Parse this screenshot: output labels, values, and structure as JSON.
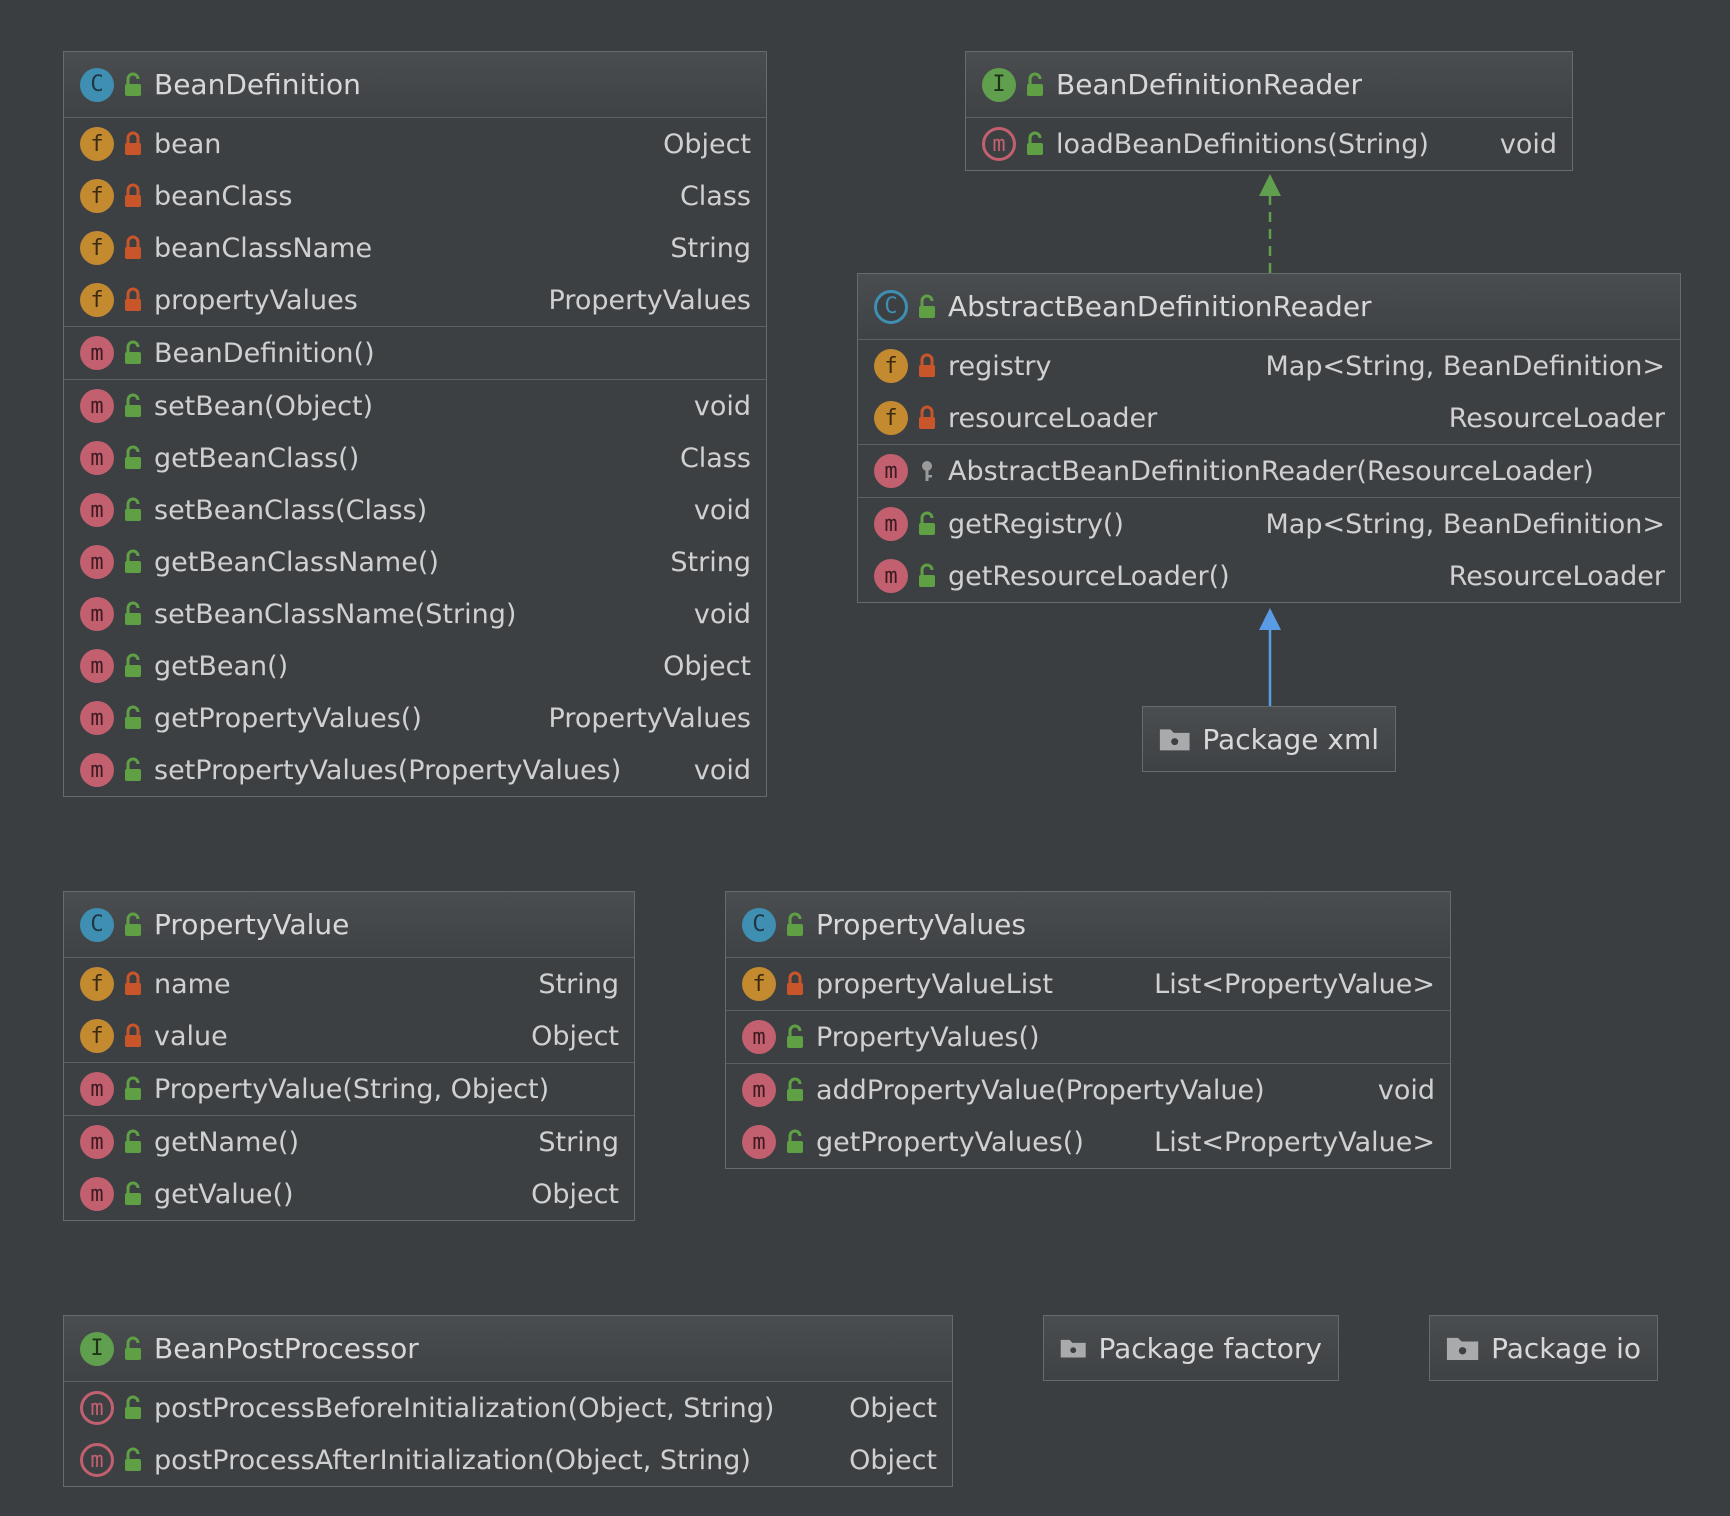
{
  "nodes": {
    "bean_definition": {
      "kind_letter": "C",
      "title": "BeanDefinition",
      "fields": [
        {
          "name": "bean",
          "type": "Object"
        },
        {
          "name": "beanClass",
          "type": "Class"
        },
        {
          "name": "beanClassName",
          "type": "String"
        },
        {
          "name": "propertyValues",
          "type": "PropertyValues"
        }
      ],
      "constructors": [
        {
          "name": "BeanDefinition()",
          "type": ""
        }
      ],
      "methods": [
        {
          "name": "setBean(Object)",
          "type": "void"
        },
        {
          "name": "getBeanClass()",
          "type": "Class"
        },
        {
          "name": "setBeanClass(Class)",
          "type": "void"
        },
        {
          "name": "getBeanClassName()",
          "type": "String"
        },
        {
          "name": "setBeanClassName(String)",
          "type": "void"
        },
        {
          "name": "getBean()",
          "type": "Object"
        },
        {
          "name": "getPropertyValues()",
          "type": "PropertyValues"
        },
        {
          "name": "setPropertyValues(PropertyValues)",
          "type": "void"
        }
      ]
    },
    "bean_definition_reader": {
      "kind_letter": "I",
      "title": "BeanDefinitionReader",
      "methods": [
        {
          "name": "loadBeanDefinitions(String)",
          "type": "void"
        }
      ]
    },
    "abstract_bean_definition_reader": {
      "kind_letter": "C",
      "title": "AbstractBeanDefinitionReader",
      "fields": [
        {
          "name": "registry",
          "type": "Map<String, BeanDefinition>"
        },
        {
          "name": "resourceLoader",
          "type": "ResourceLoader"
        }
      ],
      "constructors": [
        {
          "name": "AbstractBeanDefinitionReader(ResourceLoader)",
          "type": ""
        }
      ],
      "methods": [
        {
          "name": "getRegistry()",
          "type": "Map<String, BeanDefinition>"
        },
        {
          "name": "getResourceLoader()",
          "type": "ResourceLoader"
        }
      ]
    },
    "property_value": {
      "kind_letter": "C",
      "title": "PropertyValue",
      "fields": [
        {
          "name": "name",
          "type": "String"
        },
        {
          "name": "value",
          "type": "Object"
        }
      ],
      "constructors": [
        {
          "name": "PropertyValue(String, Object)",
          "type": ""
        }
      ],
      "methods": [
        {
          "name": "getName()",
          "type": "String"
        },
        {
          "name": "getValue()",
          "type": "Object"
        }
      ]
    },
    "property_values": {
      "kind_letter": "C",
      "title": "PropertyValues",
      "fields": [
        {
          "name": "propertyValueList",
          "type": "List<PropertyValue>"
        }
      ],
      "constructors": [
        {
          "name": "PropertyValues()",
          "type": ""
        }
      ],
      "methods": [
        {
          "name": "addPropertyValue(PropertyValue)",
          "type": "void"
        },
        {
          "name": "getPropertyValues()",
          "type": "List<PropertyValue>"
        }
      ]
    },
    "bean_post_processor": {
      "kind_letter": "I",
      "title": "BeanPostProcessor",
      "methods": [
        {
          "name": "postProcessBeforeInitialization(Object, String)",
          "type": "Object"
        },
        {
          "name": "postProcessAfterInitialization(Object, String)",
          "type": "Object"
        }
      ]
    }
  },
  "packages": {
    "xml": "Package xml",
    "factory": "Package factory",
    "io": "Package io"
  },
  "icons": {
    "field": "f",
    "method": "m"
  },
  "colors": {
    "background": "#3b3e41",
    "class_badge": "#3f8fb3",
    "interface_badge": "#5f9f4d",
    "field_badge": "#c48a30",
    "method_badge": "#c2606f",
    "public_lock": "#5fa044",
    "private_lock": "#c9562a",
    "implements_arrow": "#5f9f4d",
    "extends_arrow": "#5a9be6"
  }
}
